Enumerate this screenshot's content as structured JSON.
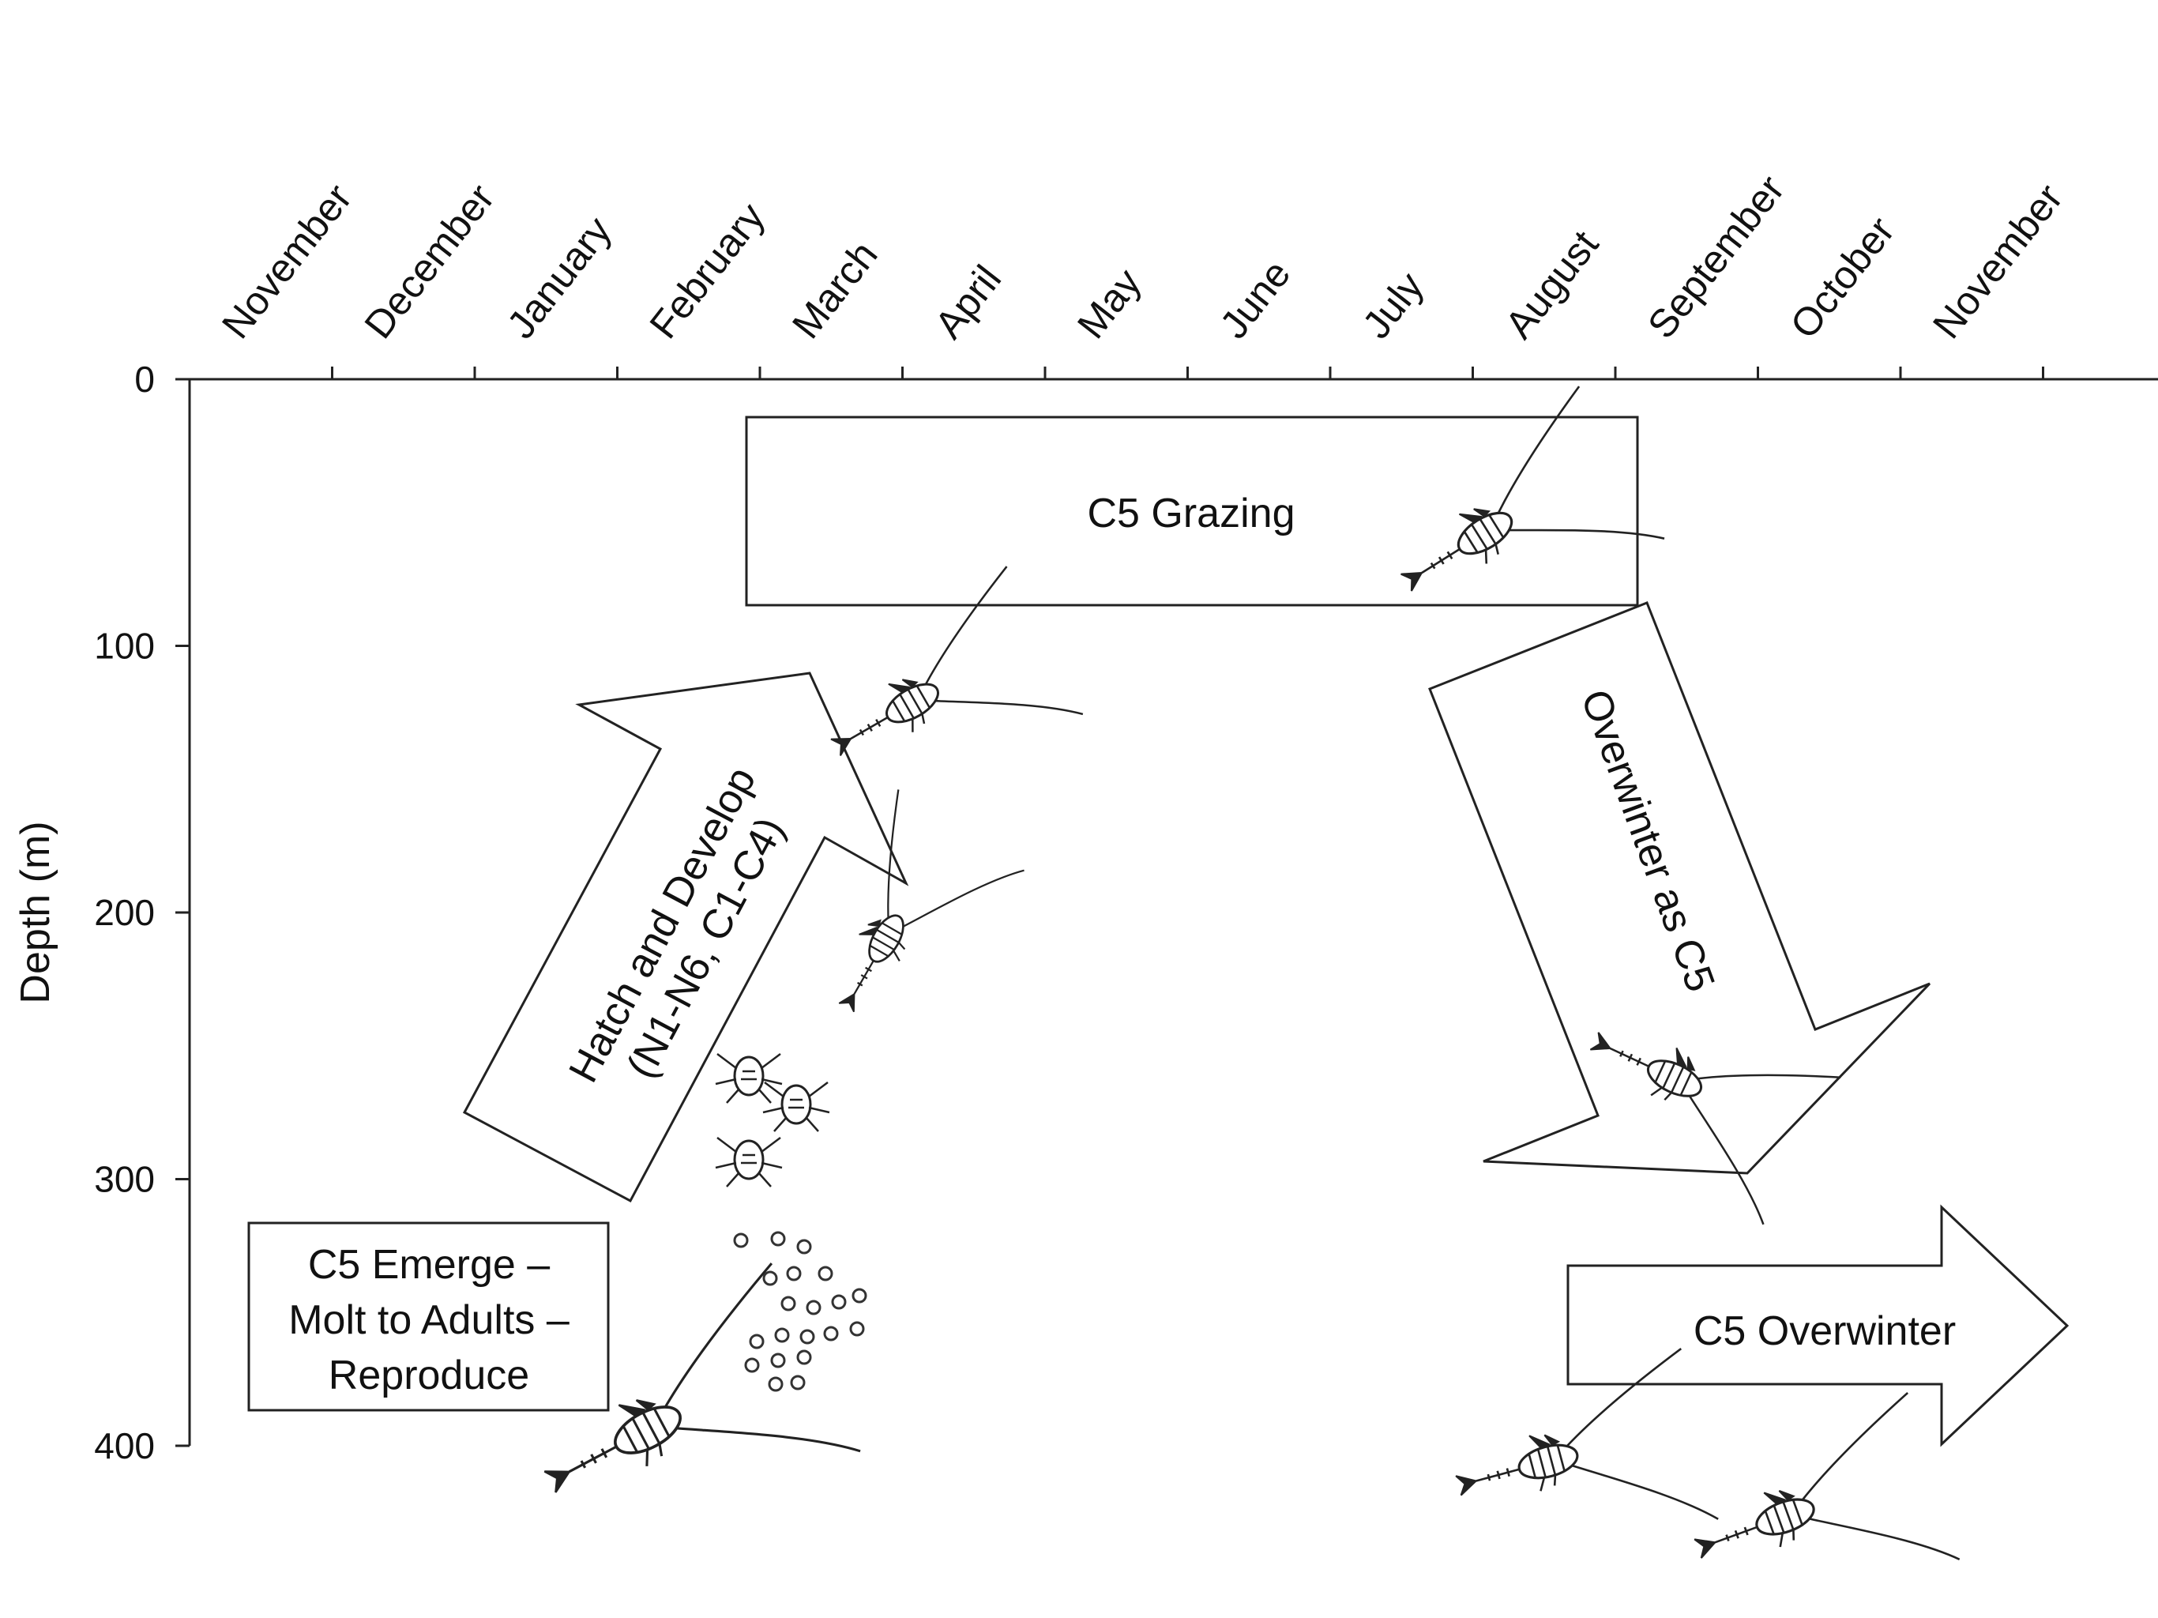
{
  "months": [
    "November",
    "December",
    "January",
    "February",
    "March",
    "April",
    "May",
    "June",
    "July",
    "August",
    "September",
    "October",
    "November"
  ],
  "depth_axis": {
    "label": "Depth (m)",
    "ticks": [
      "0",
      "100",
      "200",
      "300",
      "400"
    ]
  },
  "stages": {
    "grazing": "C5 Grazing",
    "hatch_line1": "Hatch and Develop",
    "hatch_line2": "(N1-N6, C1-C4)",
    "overwinter_as_c5": "Overwinter as C5",
    "emerge_line1": "C5 Emerge –",
    "emerge_line2": "Molt to Adults –",
    "emerge_line3": "Reproduce",
    "c5_overwinter": "C5 Overwinter"
  },
  "colors": {
    "line": "#222222",
    "fill": "#ffffff"
  }
}
